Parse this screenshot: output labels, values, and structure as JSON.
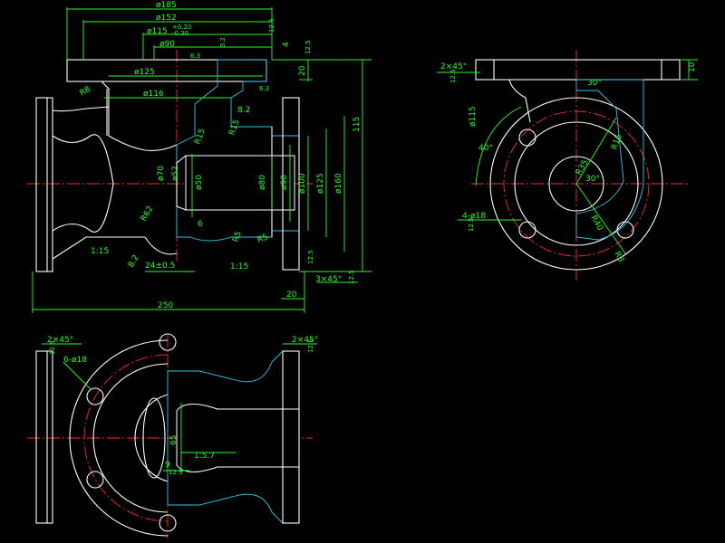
{
  "colors": {
    "background": "#000000",
    "outline": "#ffffff",
    "dimension": "#22ff22",
    "centerline": "#ff2a2a",
    "hatch": "#2ec6e6"
  },
  "front_view": {
    "dims": {
      "d185": "ø185",
      "d152": "ø152",
      "d115": "ø115",
      "d115_tol_upper": "+0.20",
      "d115_tol_lower": "-0.30",
      "d90": "ø90",
      "d125": "ø125",
      "d116": "ø116",
      "r8": "R8",
      "d70": "ø70",
      "d52": "ø52",
      "d50": "ø50",
      "r62": "R62",
      "r15a": "R15",
      "r15b": "R15",
      "r5": "R5",
      "r5b": "R5",
      "d80": "ø80",
      "d90b": "ø90",
      "d100": "ø100",
      "d125b": "ø125",
      "d160": "ø160",
      "len115": "115",
      "len250": "250",
      "len20a": "20",
      "len20b": "20",
      "len4": "4",
      "len6": "6",
      "len8_2": "8.2",
      "len8_2b": "8.2",
      "len24": "24±0.5",
      "taper1": "1:15",
      "taper2": "1:15",
      "chamfer": "3×45°",
      "ra125a": "12.5",
      "ra125b": "12.5",
      "ra125c": "12.5",
      "ra125d": "12.5",
      "ra63a": "6.3",
      "ra63b": "6.3",
      "ra32": "3.2"
    }
  },
  "side_view": {
    "dims": {
      "chamfer": "2×45°",
      "len10": "10",
      "angle30a": "30°",
      "angle30b": "30°",
      "angle40": "40°",
      "d115": "ø115",
      "r15": "R15",
      "r35": "R35",
      "r40": "R40",
      "r8": "R8",
      "holes": "4-ø18",
      "ra125a": "12.5",
      "ra125b": "12.5"
    }
  },
  "bottom_view": {
    "dims": {
      "chamfer_left": "2×45°",
      "chamfer_right": "2×45°",
      "holes": "6-ø18",
      "len65": "65",
      "len9": "9",
      "taper": "1:5.7",
      "ra125a": "12.5",
      "ra125b": "12.5",
      "ra125c": "12.5"
    }
  }
}
